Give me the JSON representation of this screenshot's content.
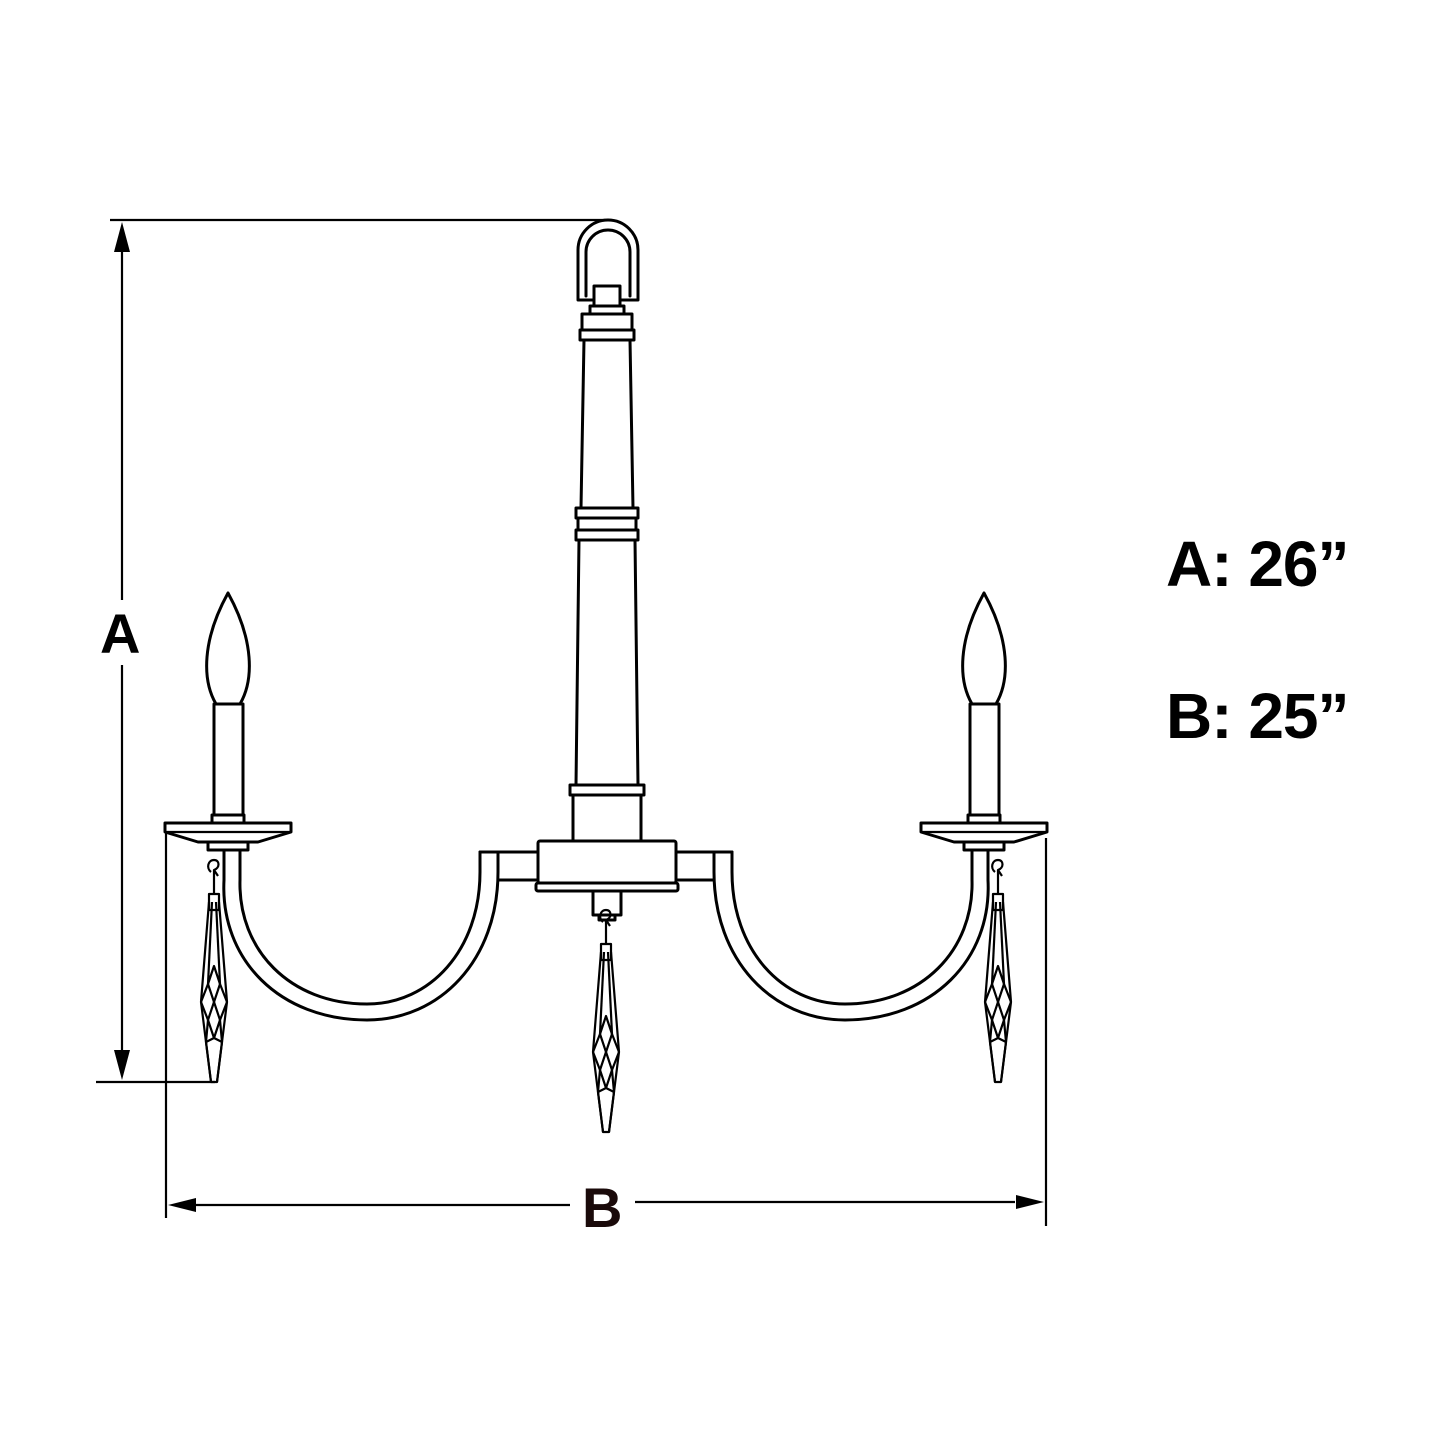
{
  "diagram": {
    "subject": "three-arm candle chandelier with crystal pendants",
    "dimension_labels": {
      "height_label": "A",
      "width_label": "B"
    },
    "specs": [
      {
        "label": "A",
        "separator": ": ",
        "value": "26”",
        "text": "A: 26”"
      },
      {
        "label": "B",
        "separator": ": ",
        "value": "25”",
        "text": "B: 25”"
      }
    ],
    "colors": {
      "line": "#000000",
      "background": "#ffffff",
      "width_label": "#1a0a0a"
    }
  }
}
